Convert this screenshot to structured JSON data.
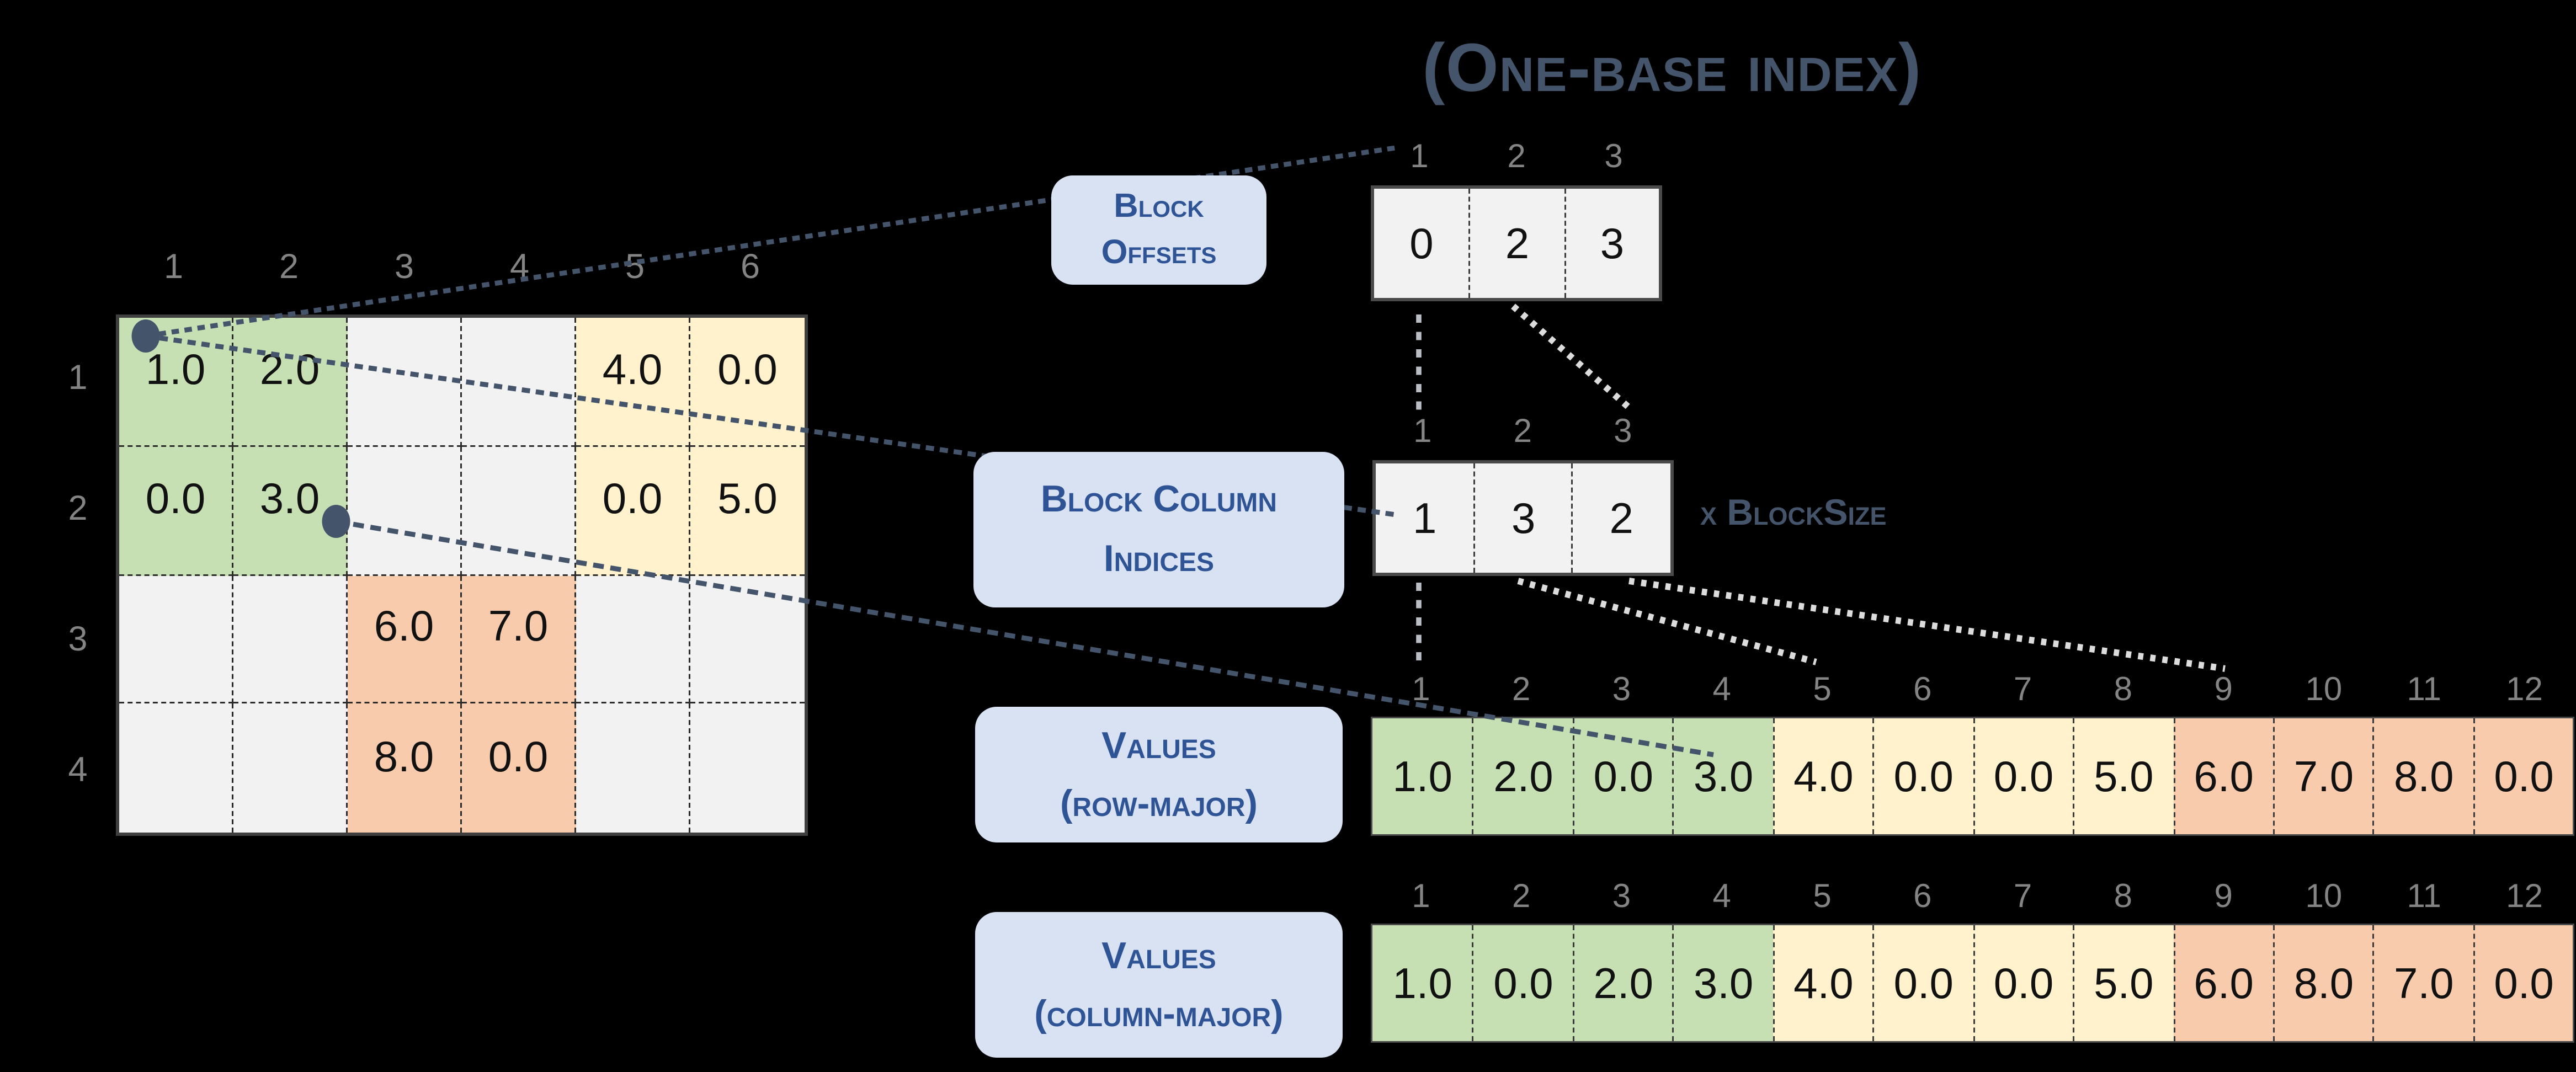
{
  "title": "(One-base index)",
  "colors": {
    "background": "#000000",
    "accent_slate": "#44546A",
    "badge_fill": "#D9E2F3",
    "badge_text": "#2F5496",
    "block_green": "#C6E0B4",
    "block_yellow": "#FFF2CC",
    "block_orange": "#F8CBAD",
    "empty_cell": "#F2F2F2",
    "index_gray": "#848484",
    "dotted_connector": "#DCDCDC"
  },
  "matrix": {
    "col_headers": [
      "1",
      "2",
      "3",
      "4",
      "5",
      "6"
    ],
    "row_headers": [
      "1",
      "2",
      "3",
      "4"
    ],
    "rows": [
      [
        "1.0",
        "2.0",
        "",
        "",
        "4.0",
        "0.0"
      ],
      [
        "0.0",
        "3.0",
        "",
        "",
        "0.0",
        "5.0"
      ],
      [
        "",
        "",
        "6.0",
        "7.0",
        "",
        ""
      ],
      [
        "",
        "",
        "8.0",
        "0.0",
        "",
        ""
      ]
    ]
  },
  "block_offsets": {
    "label_line1": "Block",
    "label_line2": "Offsets",
    "headers": [
      "1",
      "2",
      "3"
    ],
    "values": [
      "0",
      "2",
      "3"
    ]
  },
  "block_column_indices": {
    "label_line1": "Block Column",
    "label_line2": "Indices",
    "headers": [
      "1",
      "2",
      "3"
    ],
    "values": [
      "1",
      "3",
      "2"
    ],
    "note": "x BlockSize"
  },
  "values_row_major": {
    "label_line1": "Values",
    "label_line2": "(row-major)",
    "headers": [
      "1",
      "2",
      "3",
      "4",
      "5",
      "6",
      "7",
      "8",
      "9",
      "10",
      "11",
      "12"
    ],
    "values": [
      "1.0",
      "2.0",
      "0.0",
      "3.0",
      "4.0",
      "0.0",
      "0.0",
      "5.0",
      "6.0",
      "7.0",
      "8.0",
      "0.0"
    ]
  },
  "values_col_major": {
    "label_line1": "Values",
    "label_line2": "(column-major)",
    "headers": [
      "1",
      "2",
      "3",
      "4",
      "5",
      "6",
      "7",
      "8",
      "9",
      "10",
      "11",
      "12"
    ],
    "values": [
      "1.0",
      "0.0",
      "2.0",
      "3.0",
      "4.0",
      "0.0",
      "0.0",
      "5.0",
      "6.0",
      "8.0",
      "7.0",
      "0.0"
    ]
  }
}
